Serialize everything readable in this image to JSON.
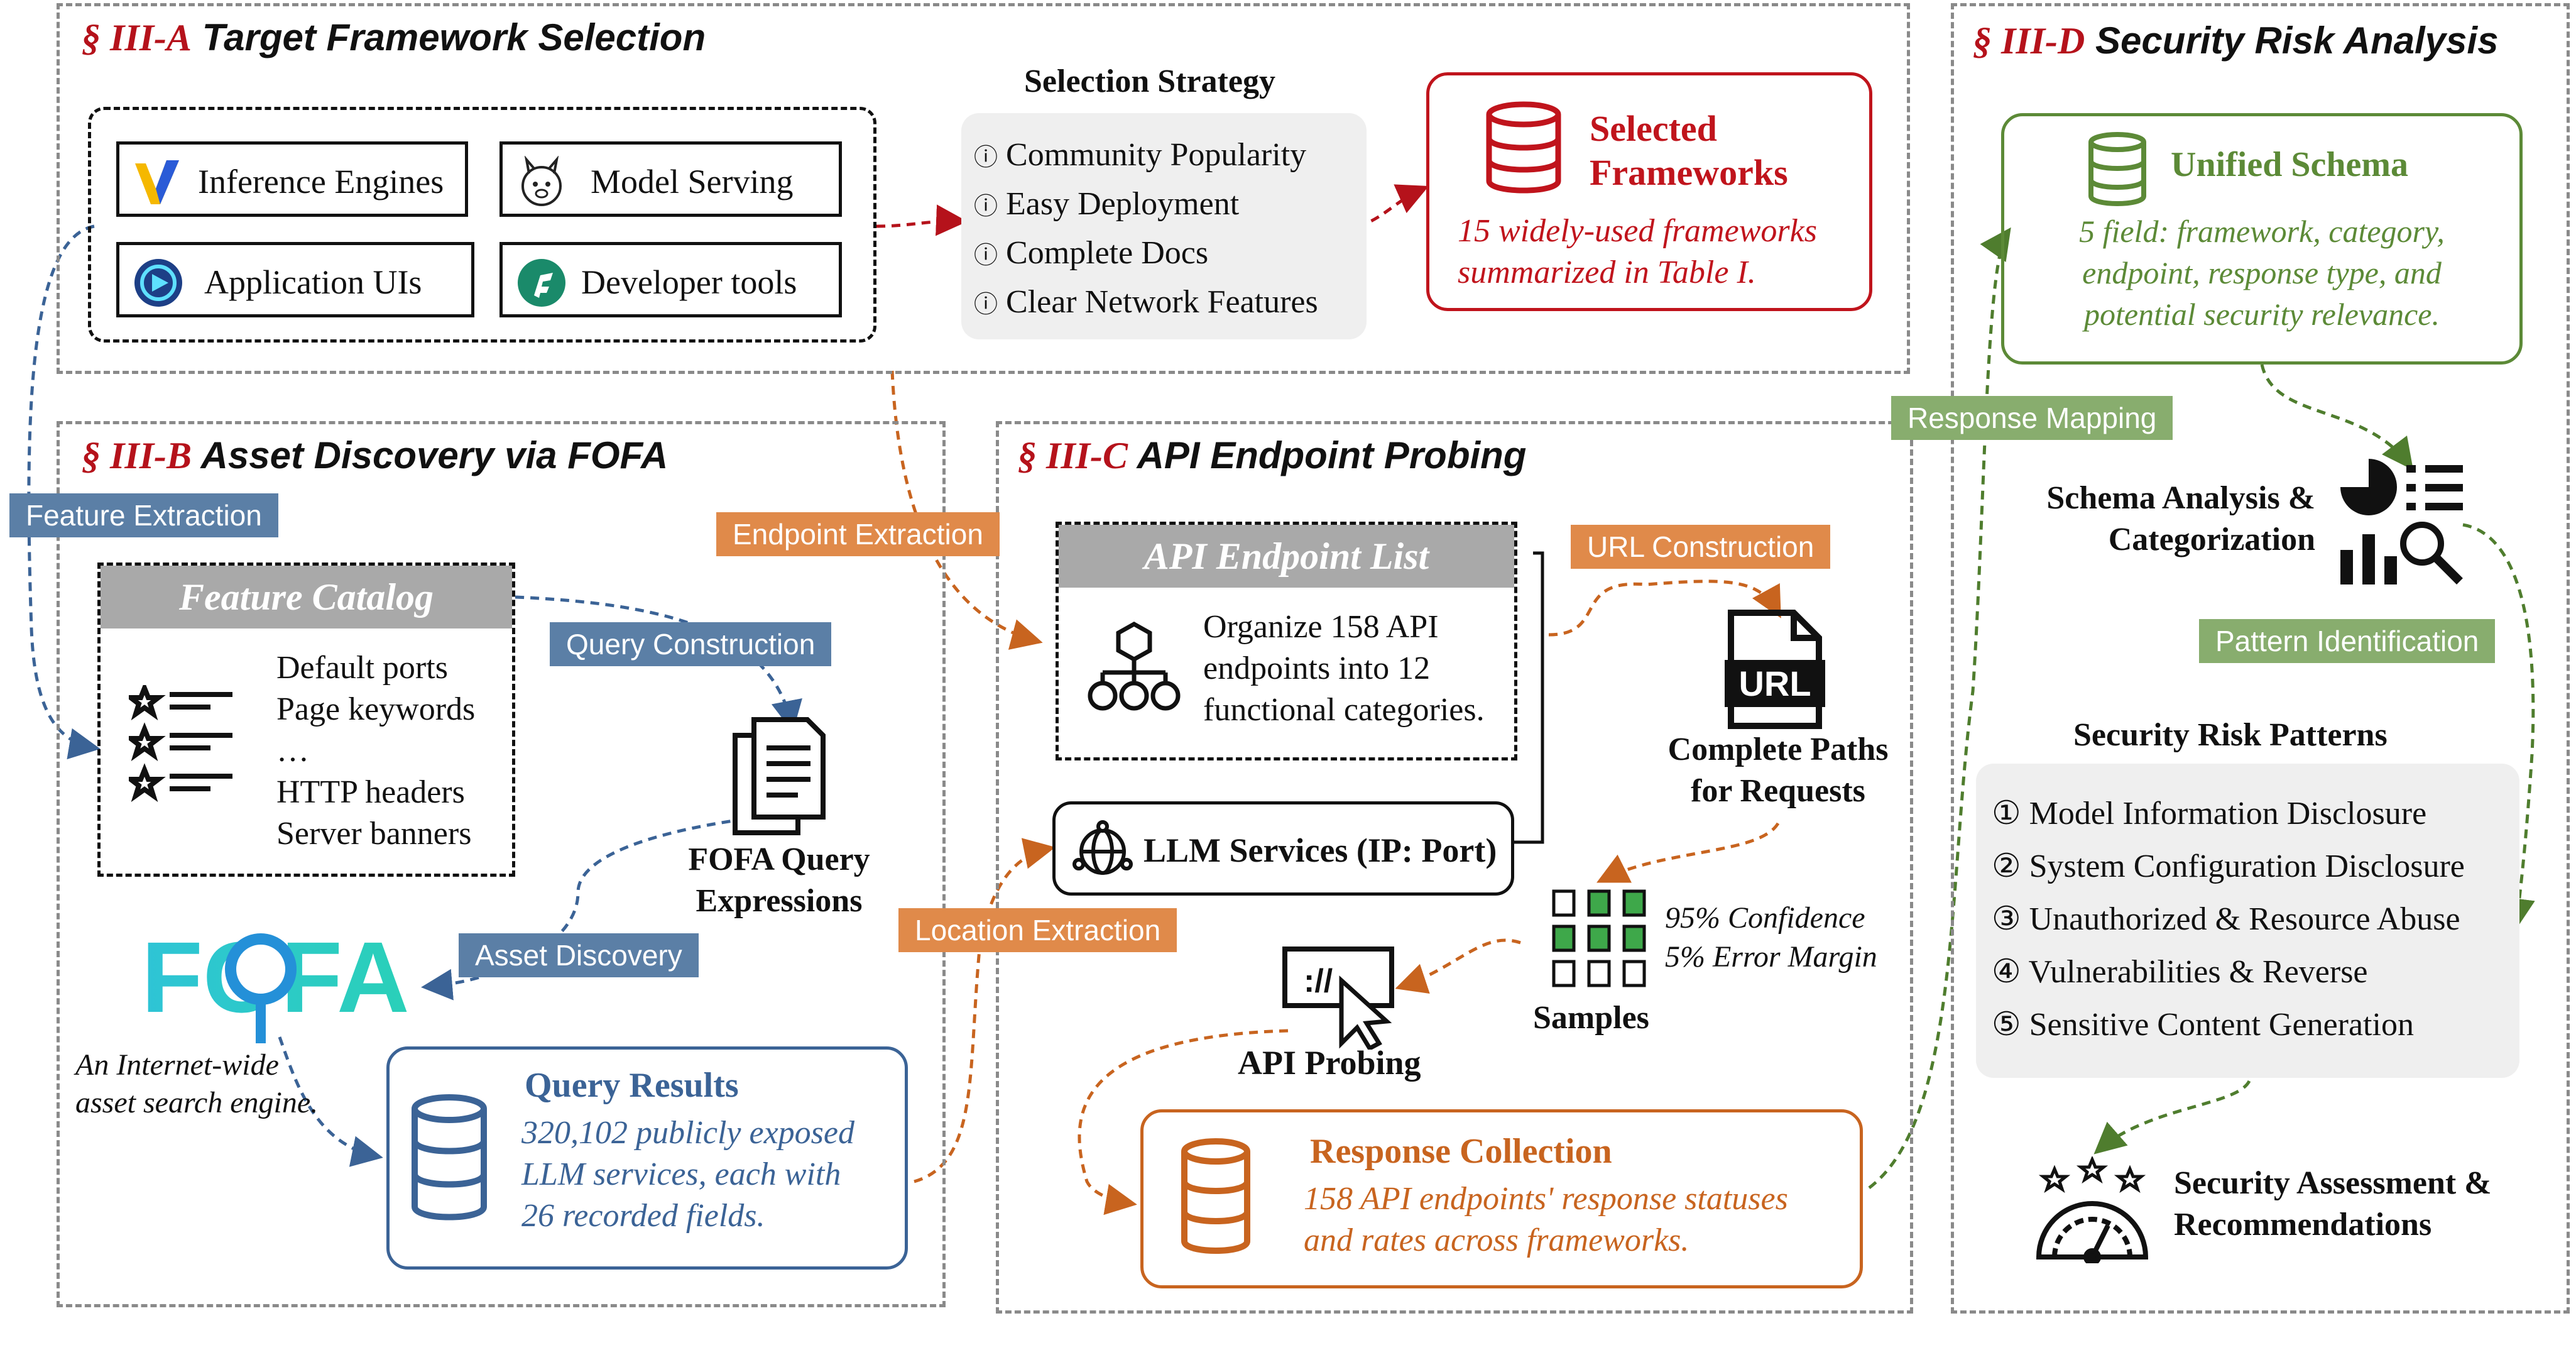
{
  "sections": {
    "a": {
      "num": "§ III-A",
      "title": "Target Framework Selection"
    },
    "b": {
      "num": "§ III-B",
      "title": "Asset Discovery via FOFA"
    },
    "c": {
      "num": "§ III-C",
      "title": "API Endpoint Probing"
    },
    "d": {
      "num": "§ III-D",
      "title": "Security Risk Analysis"
    }
  },
  "framework_types": [
    "Inference Engines",
    "Model Serving",
    "Application UIs",
    "Developer tools"
  ],
  "selection": {
    "title": "Selection Strategy",
    "items": [
      "Community Popularity",
      "Easy Deployment",
      "Complete Docs",
      "Clear Network Features"
    ]
  },
  "selected": {
    "title_line1": "Selected",
    "title_line2": "Frameworks",
    "desc_line1": "15 widely-used frameworks",
    "desc_line2": "summarized in Table I."
  },
  "tags": {
    "feature_extraction": "Feature Extraction",
    "query_construction": "Query Construction",
    "asset_discovery": "Asset Discovery",
    "endpoint_extraction": "Endpoint Extraction",
    "location_extraction": "Location Extraction",
    "url_construction": "URL Construction",
    "response_mapping": "Response Mapping",
    "pattern_identification": "Pattern Identification"
  },
  "feature_catalog": {
    "title": "Feature Catalog",
    "items": [
      "Default ports",
      "Page keywords",
      "…",
      "HTTP headers",
      "Server banners"
    ]
  },
  "fofa": {
    "logo": "FOFA",
    "caption_line1": "An Internet-wide",
    "caption_line2": "asset search engine."
  },
  "fofa_query": {
    "line1": "FOFA Query",
    "line2": "Expressions"
  },
  "query_results": {
    "title": "Query Results",
    "line1": "320,102 publicly exposed",
    "line2": "LLM services, each with",
    "line3": "26 recorded fields."
  },
  "api_list": {
    "title": "API Endpoint List",
    "line1": "Organize 158 API",
    "line2": "endpoints into 12",
    "line3": "functional categories."
  },
  "llm_services": "LLM Services (IP: Port)",
  "complete_paths": {
    "line1": "Complete Paths",
    "line2": "for Requests",
    "icon_text": "URL"
  },
  "samples": {
    "label": "Samples",
    "conf1": "95% Confidence",
    "conf2": "5% Error Margin"
  },
  "api_probing": {
    "label": "API Probing",
    "icon_text": "://"
  },
  "response_collection": {
    "title": "Response Collection",
    "line1": "158 API endpoints' response statuses",
    "line2": "and rates across frameworks."
  },
  "unified_schema": {
    "title": "Unified Schema",
    "line1": "5 field: framework, category,",
    "line2": "endpoint, response type, and",
    "line3": "potential security relevance."
  },
  "schema_analysis": {
    "line1": "Schema Analysis &",
    "line2": "Categorization"
  },
  "risk_patterns": {
    "title": "Security Risk Patterns",
    "items": [
      "① Model Information Disclosure",
      "② System Configuration Disclosure",
      "③ Unauthorized & Resource Abuse",
      "④ Vulnerabilities & Reverse",
      "⑤ Sensitive Content Generation"
    ]
  },
  "assessment": {
    "line1": "Security Assessment &",
    "line2": "Recommendations"
  },
  "colors": {
    "red": "#c0141c",
    "blue": "#3b6396",
    "orange": "#c8641f",
    "green": "#5c8a37"
  }
}
